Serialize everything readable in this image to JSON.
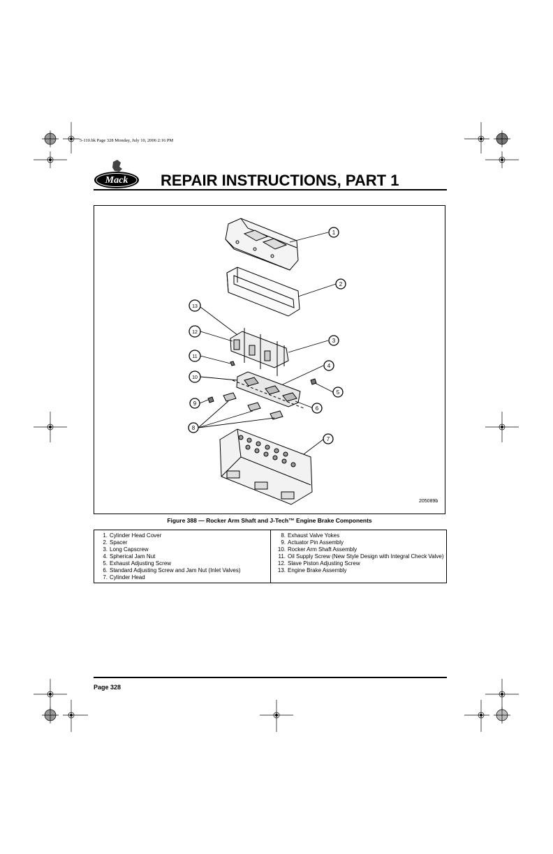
{
  "slug": "5-110.bk  Page 328  Monday, July 10, 2006  2:16 PM",
  "logo_text": "Mack",
  "header": {
    "title": "REPAIR INSTRUCTIONS, PART 1"
  },
  "figure": {
    "id_text": "205089b",
    "callouts": [
      "1",
      "2",
      "3",
      "4",
      "5",
      "6",
      "7",
      "8",
      "9",
      "10",
      "11",
      "12",
      "13"
    ],
    "caption": "Figure 388 — Rocker Arm Shaft and J-Tech™ Engine Brake Components"
  },
  "legend": {
    "left": [
      {
        "num": "1.",
        "text": "Cylinder Head Cover"
      },
      {
        "num": "2.",
        "text": "Spacer"
      },
      {
        "num": "3.",
        "text": "Long Capscrew"
      },
      {
        "num": "4.",
        "text": "Spherical Jam Nut"
      },
      {
        "num": "5.",
        "text": "Exhaust Adjusting Screw"
      },
      {
        "num": "6.",
        "text": "Standard Adjusting Screw and Jam Nut (Inlet Valves)"
      },
      {
        "num": "7.",
        "text": "Cylinder Head"
      }
    ],
    "right": [
      {
        "num": "8.",
        "text": "Exhaust Valve Yokes"
      },
      {
        "num": "9.",
        "text": "Actuator Pin Assembly"
      },
      {
        "num": "10.",
        "text": "Rocker Arm Shaft Assembly"
      },
      {
        "num": "11.",
        "text": "Oil Supply Screw (New Style Design with Integral Check Valve)"
      },
      {
        "num": "12.",
        "text": "Slave Piston Adjusting Screw"
      },
      {
        "num": "13.",
        "text": "Engine Brake Assembly"
      }
    ]
  },
  "footer": {
    "page": "Page 328"
  }
}
